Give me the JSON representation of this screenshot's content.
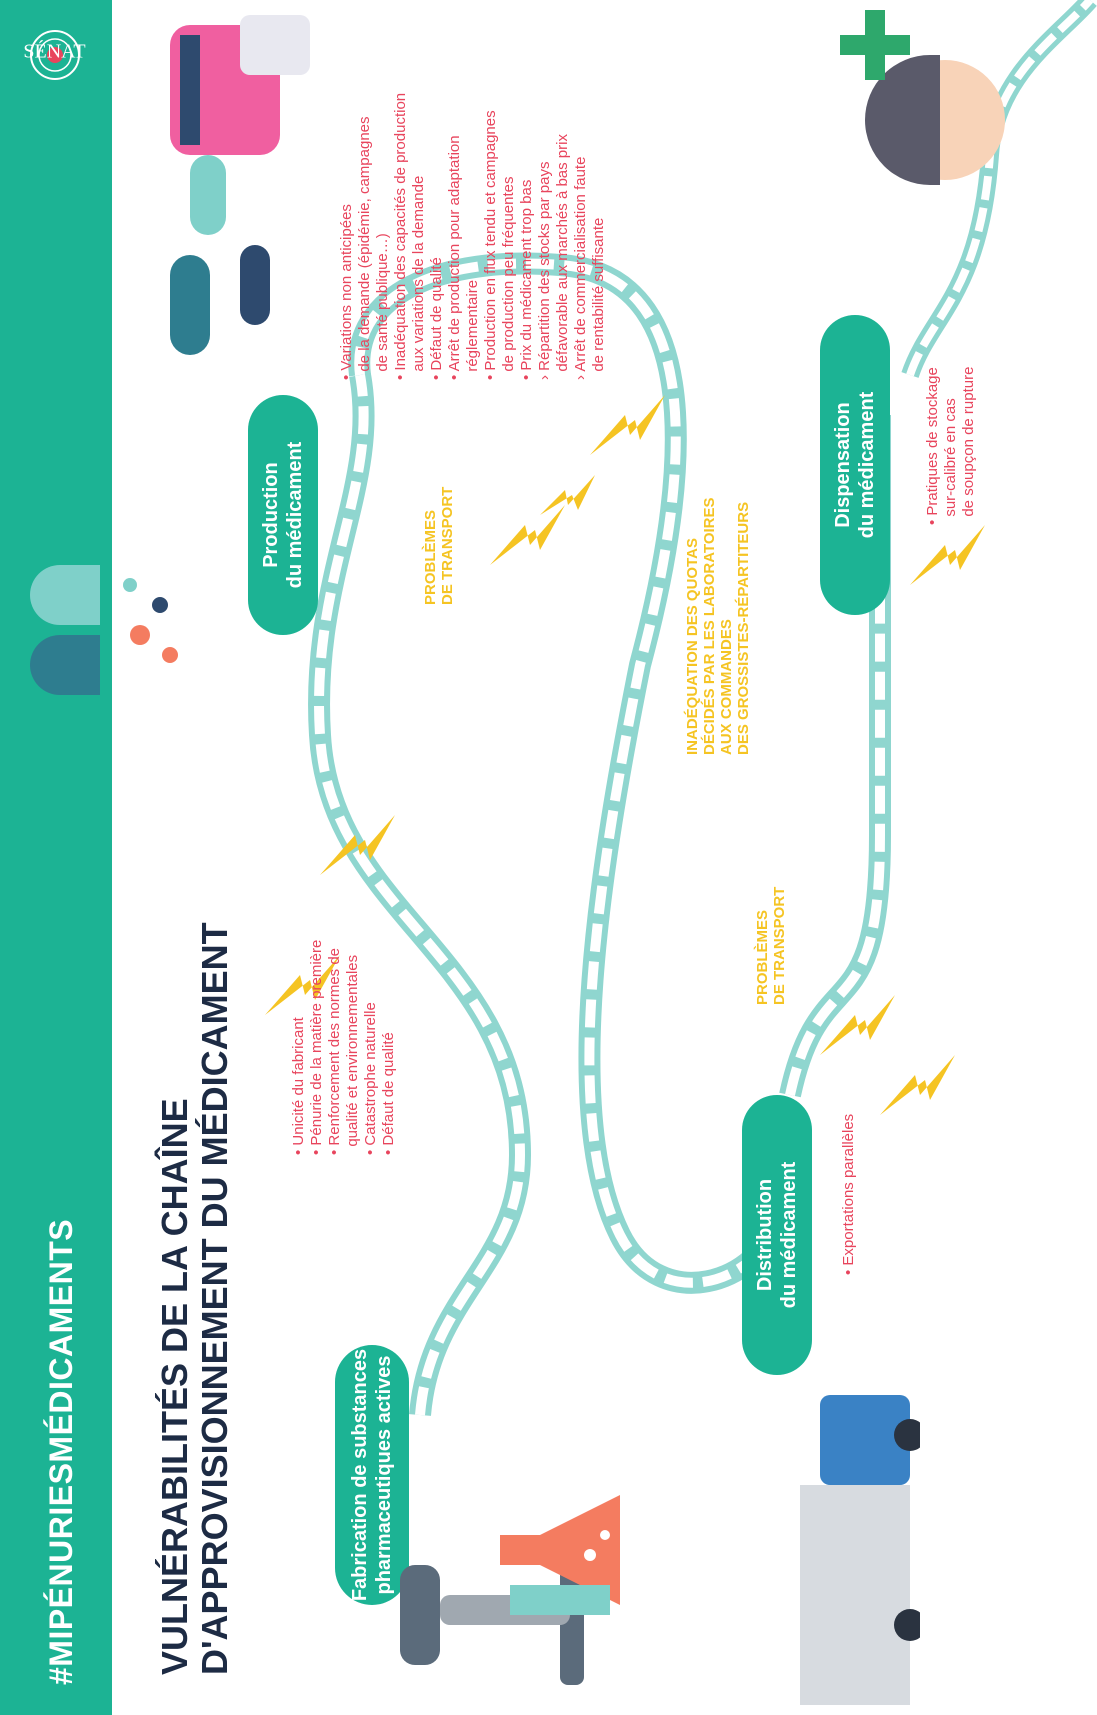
{
  "header": {
    "hashtag": "#MIPÉNURIESMÉDICAMENTS",
    "logo": "SÉNAT"
  },
  "title": {
    "line1": "VULNÉRABILITÉS DE LA CHAÎNE",
    "line2": "D'APPROVISIONNEMENT DU MÉDICAMENT"
  },
  "stages": {
    "fabrication": {
      "line1": "Fabrication de substances",
      "line2": "pharmaceutiques actives",
      "issues": [
        "Unicité du fabricant",
        "Pénurie de la matière première",
        "Renforcement des normes de",
        "qualité et environnementales",
        "Catastrophe naturelle",
        "Défaut de qualité"
      ]
    },
    "production": {
      "line1": "Production",
      "line2": "du médicament",
      "issues": [
        "Variations non anticipées",
        "de la demande (épidémie, campagnes",
        "de santé publique…)",
        "Inadéquation des capacités de production",
        "aux variations de la demande",
        "Défaut de qualité",
        "Arrêt de production pour adaptation",
        "réglementaire",
        "Production en flux tendu et campagnes",
        "de production peu fréquentes",
        "Prix du médicament trop bas"
      ],
      "sub_issues": [
        "Répartition des stocks par pays",
        "défavorable aux marchés à bas prix",
        "Arrêt de commercialisation faute",
        "de rentabilité suffisante"
      ]
    },
    "distribution": {
      "line1": "Distribution",
      "line2": "du médicament",
      "issues": [
        "Exportations parallèles"
      ]
    },
    "dispensation": {
      "line1": "Dispensation",
      "line2": "du médicament",
      "issues": [
        "Pratiques de stockage",
        "sur-calibré en cas",
        "de soupçon de rupture"
      ]
    }
  },
  "callouts": {
    "transport1": {
      "line1": "PROBLÈMES",
      "line2": "DE TRANSPORT"
    },
    "transport2": {
      "line1": "PROBLÈMES",
      "line2": "DE TRANSPORT"
    },
    "quotas": {
      "line1": "INADÉQUATION DES QUOTAS",
      "line2": "DÉCIDÉS PAR LES LABORATOIRES",
      "line3": "AUX COMMANDES",
      "line4": "DES GROSSISTES-RÉPARTITEURS"
    }
  },
  "colors": {
    "accent": "#1cb394",
    "title": "#1d2b44",
    "issue_text": "#e8455d",
    "callout": "#f5c423",
    "track": "#8fd6cf"
  }
}
